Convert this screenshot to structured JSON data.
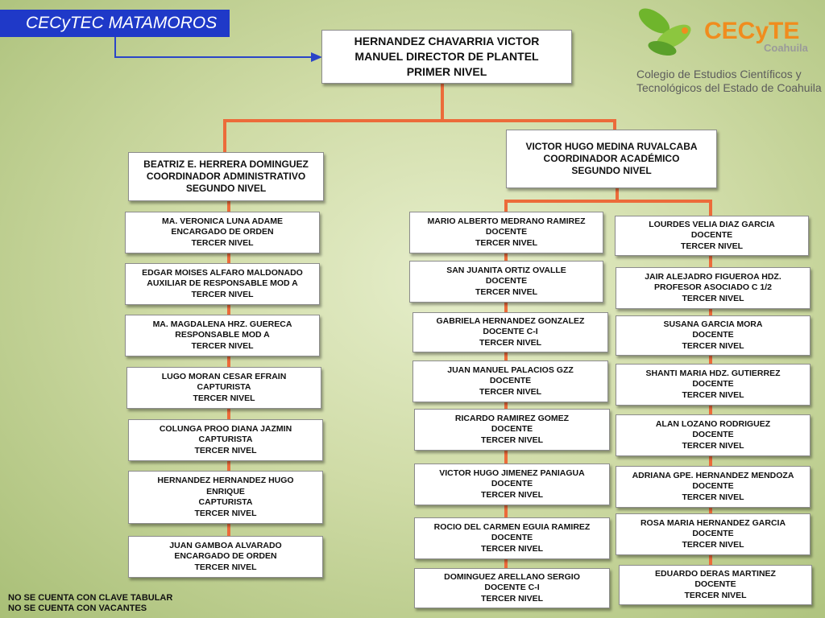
{
  "header": {
    "title": "CECyTEC MATAMOROS"
  },
  "logo": {
    "brand": "CECyTE",
    "region": "Coahuila",
    "subtitle_line1": "Colegio de Estudios Científicos y",
    "subtitle_line2": "Tecnológicos del Estado de Coahuila"
  },
  "director": {
    "name": "HERNANDEZ CHAVARRIA VICTOR",
    "role": "MANUEL DIRECTOR DE PLANTEL",
    "level": "PRIMER NIVEL"
  },
  "admin_coordinator": {
    "name": "BEATRIZ E. HERRERA DOMINGUEZ",
    "role": "COORDINADOR ADMINISTRATIVO",
    "level": "SEGUNDO NIVEL"
  },
  "academic_coordinator": {
    "name": "VICTOR HUGO MEDINA RUVALCABA",
    "role": "COORDINADOR ACADÉMICO",
    "level": "SEGUNDO NIVEL"
  },
  "admin_staff": [
    {
      "lines": [
        "MA. VERONICA LUNA ADAME",
        "ENCARGADO DE ORDEN",
        "TERCER NIVEL"
      ]
    },
    {
      "lines": [
        "EDGAR MOISES ALFARO MALDONADO",
        "AUXILIAR DE RESPONSABLE MOD A",
        "TERCER NIVEL"
      ]
    },
    {
      "lines": [
        "MA. MAGDALENA HRZ. GUERECA",
        "RESPONSABLE MOD A",
        "TERCER NIVEL"
      ]
    },
    {
      "lines": [
        "LUGO MORAN CESAR EFRAIN",
        "CAPTURISTA",
        "TERCER NIVEL"
      ]
    },
    {
      "lines": [
        "COLUNGA PROO DIANA JAZMIN",
        "CAPTURISTA",
        "TERCER NIVEL"
      ]
    },
    {
      "lines": [
        "HERNANDEZ HERNANDEZ HUGO",
        "ENRIQUE",
        "CAPTURISTA",
        "TERCER NIVEL"
      ]
    },
    {
      "lines": [
        "JUAN GAMBOA ALVARADO",
        "ENCARGADO DE ORDEN",
        "TERCER NIVEL"
      ]
    }
  ],
  "teachers_left": [
    {
      "lines": [
        "MARIO ALBERTO MEDRANO RAMIREZ",
        "DOCENTE",
        "TERCER NIVEL"
      ]
    },
    {
      "lines": [
        "SAN JUANITA ORTIZ  OVALLE",
        "DOCENTE",
        "TERCER NIVEL"
      ]
    },
    {
      "lines": [
        "GABRIELA HERNANDEZ GONZALEZ",
        "DOCENTE  C-I",
        "TERCER NIVEL"
      ]
    },
    {
      "lines": [
        "JUAN MANUEL PALACIOS GZZ",
        "DOCENTE",
        "TERCER NIVEL"
      ]
    },
    {
      "lines": [
        "RICARDO RAMIREZ GOMEZ",
        "DOCENTE",
        "TERCER NIVEL"
      ]
    },
    {
      "lines": [
        "VICTOR HUGO JIMENEZ PANIAGUA",
        "DOCENTE",
        "TERCER NIVEL"
      ]
    },
    {
      "lines": [
        "ROCIO DEL CARMEN EGUIA RAMIREZ",
        "DOCENTE",
        "TERCER NIVEL"
      ]
    },
    {
      "lines": [
        "DOMINGUEZ ARELLANO SERGIO",
        "DOCENTE  C-I",
        "TERCER NIVEL"
      ]
    }
  ],
  "teachers_right": [
    {
      "lines": [
        "LOURDES VELIA DIAZ GARCIA",
        "DOCENTE",
        "TERCER NIVEL"
      ]
    },
    {
      "lines": [
        "JAIR ALEJADRO FIGUEROA HDZ.",
        "PROFESOR ASOCIADO C 1/2",
        "TERCER NIVEL"
      ]
    },
    {
      "lines": [
        "SUSANA GARCIA MORA",
        "DOCENTE",
        "TERCER NIVEL"
      ]
    },
    {
      "lines": [
        "SHANTI MARIA HDZ. GUTIERREZ",
        "DOCENTE",
        "TERCER NIVEL"
      ]
    },
    {
      "lines": [
        "ALAN LOZANO RODRIGUEZ",
        "DOCENTE",
        "TERCER NIVEL"
      ]
    },
    {
      "lines": [
        "ADRIANA GPE. HERNANDEZ MENDOZA",
        "DOCENTE",
        "TERCER NIVEL"
      ]
    },
    {
      "lines": [
        "ROSA MARIA HERNANDEZ GARCIA",
        "DOCENTE",
        "TERCER NIVEL"
      ]
    },
    {
      "lines": [
        "EDUARDO DERAS MARTINEZ",
        "DOCENTE",
        "TERCER NIVEL"
      ]
    }
  ],
  "footer": {
    "note1": "NO SE CUENTA CON CLAVE TABULAR",
    "note2": "NO SE CUENTA CON VACANTES"
  },
  "colors": {
    "title_bg": "#1f39c8",
    "connector": "#ec6b3a",
    "logo_green": "#6fb52c",
    "logo_orange": "#f08c1e"
  }
}
